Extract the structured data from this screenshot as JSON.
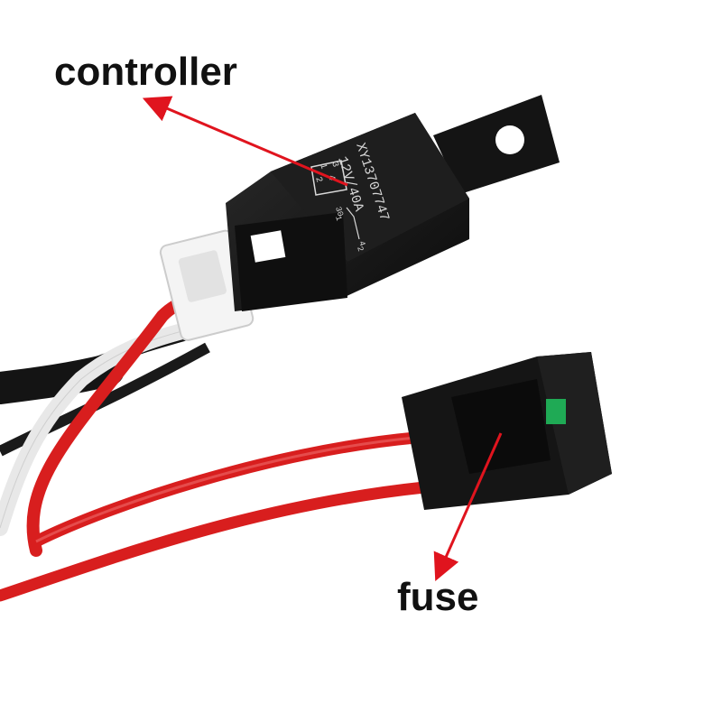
{
  "callouts": {
    "controller": "controller",
    "fuse": "fuse"
  },
  "relay": {
    "model": "XY13707747",
    "rating": "12V/40A",
    "pin_3": "3",
    "pin_4": "4",
    "pin_1": "1",
    "pin_2": "2",
    "pin_30": "30",
    "pin_87_4": "4",
    "pin_86_1": "1",
    "pin_85_2": "2"
  },
  "colors": {
    "arrow": "#e0141e",
    "wire_red": "#d81e1e",
    "wire_white": "#f2f2f2",
    "wire_black": "#141414",
    "housing": "#1a1a1a",
    "connector": "#f4f4f4",
    "indicator": "#1faa55",
    "label": "#111111"
  },
  "icons": [
    "arrow-to-relay",
    "arrow-to-fuse"
  ]
}
